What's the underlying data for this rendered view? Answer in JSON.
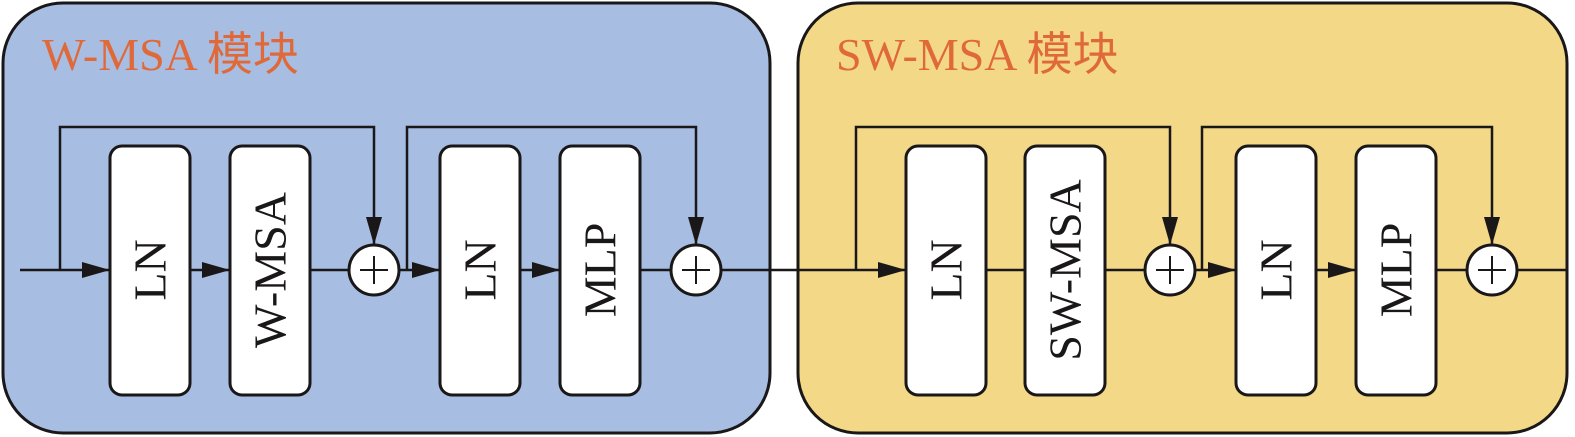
{
  "diagram": {
    "panels": [
      {
        "id": "w-msa",
        "title": "W-MSA 模块",
        "fill_color": "#a8bde2",
        "blocks": [
          "LN",
          "W-MSA",
          "LN",
          "MLP"
        ],
        "adders": [
          "+",
          "+"
        ]
      },
      {
        "id": "sw-msa",
        "title": "SW-MSA 模块",
        "fill_color": "#f3d888",
        "blocks": [
          "LN",
          "SW-MSA",
          "LN",
          "MLP"
        ],
        "adders": [
          "+",
          "+"
        ]
      }
    ],
    "title_color": "#e0693a",
    "line_color": "#1a1718",
    "block_fill": "#ffffff"
  }
}
